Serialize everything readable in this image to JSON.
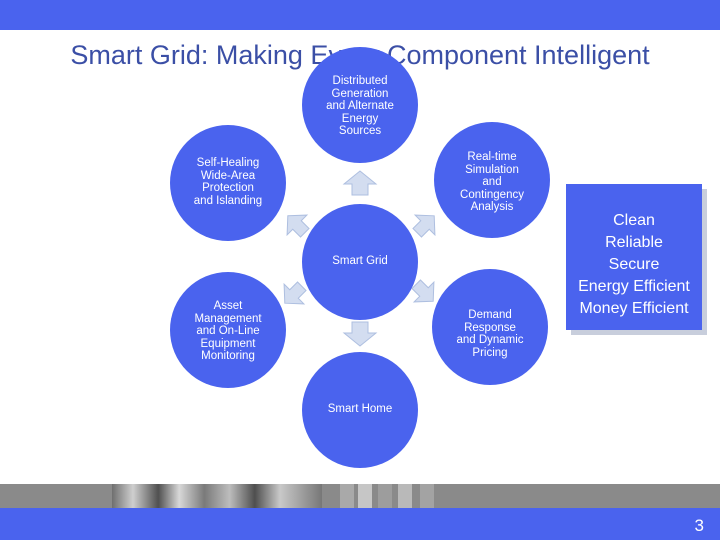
{
  "slide": {
    "title": "Smart Grid: Making Every Component Intelligent",
    "page_number": "3"
  },
  "colors": {
    "brand_blue": "#4a63ee",
    "title_blue": "#3b4fa6",
    "arrow_fill": "#d3ddf0"
  },
  "diagram": {
    "nodes": {
      "distributed_generation": [
        "Distributed",
        "Generation",
        "and Alternate",
        "Energy",
        "Sources"
      ],
      "self_healing": [
        "Self-Healing",
        "Wide-Area",
        "Protection",
        "and Islanding"
      ],
      "realtime_simulation": [
        "Real-time",
        "Simulation",
        "and",
        "Contingency",
        "Analysis"
      ],
      "smart_grid": [
        "Smart Grid"
      ],
      "asset_management": [
        "Asset",
        "Management",
        "and On-Line",
        "Equipment",
        "Monitoring"
      ],
      "demand_response": [
        "Demand",
        "Response",
        "and Dynamic",
        "Pricing"
      ],
      "smart_home": [
        "Smart Home"
      ]
    },
    "arrow_icons": [
      "arrow-up-icon",
      "arrow-upleft-icon",
      "arrow-upright-icon",
      "arrow-downleft-icon",
      "arrow-downright-icon",
      "arrow-down-icon"
    ]
  },
  "benefits": {
    "items": [
      "Clean",
      "Reliable",
      "Secure",
      "Energy Efficient",
      "Money Efficient"
    ]
  }
}
